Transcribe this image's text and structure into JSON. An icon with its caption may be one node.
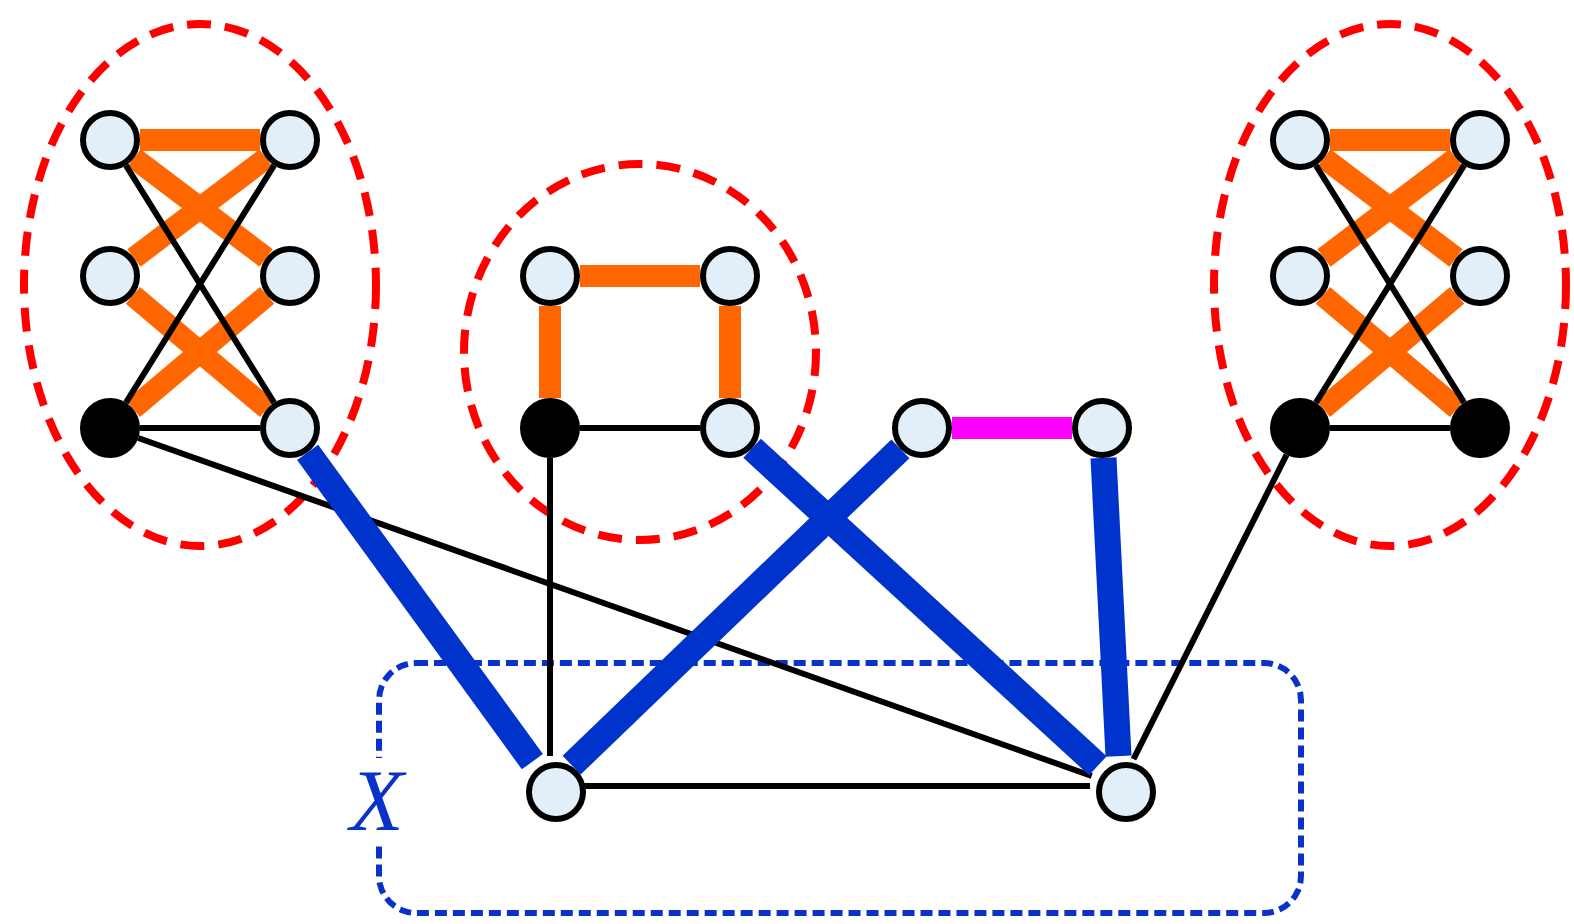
{
  "diagram": {
    "nodes": [
      {
        "text": [],
        "shape": "ellipse"
      },
      {
        "text": [],
        "shape": "circle",
        "in": 0
      },
      {
        "text": [],
        "shape": "circle",
        "in": 0
      },
      {
        "text": [],
        "shape": "circle",
        "in": 0
      },
      {
        "text": [],
        "shape": "circle",
        "in": 0
      },
      {
        "text": [],
        "shape": "dot",
        "in": 0
      },
      {
        "text": [],
        "shape": "circle",
        "in": 0
      },
      {
        "text": [],
        "shape": "ellipse"
      },
      {
        "text": [],
        "shape": "circle",
        "in": 7
      },
      {
        "text": [],
        "shape": "circle",
        "in": 7
      },
      {
        "text": [],
        "shape": "dot",
        "in": 7
      },
      {
        "text": [],
        "shape": "circle",
        "in": 7
      },
      {
        "text": [],
        "shape": "circle"
      },
      {
        "text": [],
        "shape": "circle"
      },
      {
        "text": [],
        "shape": "ellipse"
      },
      {
        "text": [],
        "shape": "circle",
        "in": 14
      },
      {
        "text": [],
        "shape": "circle",
        "in": 14
      },
      {
        "text": [],
        "shape": "circle",
        "in": 14
      },
      {
        "text": [],
        "shape": "circle",
        "in": 14
      },
      {
        "text": [],
        "shape": "dot",
        "in": 14
      },
      {
        "text": [],
        "shape": "dot",
        "in": 14
      },
      {
        "text": [
          "X"
        ]
      },
      {
        "text": [],
        "shape": "circle",
        "in": 21
      },
      {
        "text": [],
        "shape": "circle",
        "in": 21
      }
    ],
    "edges": [
      {
        "from": 1,
        "to": 2,
        "arrow": "none"
      },
      {
        "from": 1,
        "to": 4,
        "arrow": "none"
      },
      {
        "from": 2,
        "to": 3,
        "arrow": "none"
      },
      {
        "from": 3,
        "to": 6,
        "arrow": "none"
      },
      {
        "from": 4,
        "to": 5,
        "arrow": "none"
      },
      {
        "from": 1,
        "to": 6,
        "arrow": "none",
        "color": "#000000"
      },
      {
        "from": 2,
        "to": 5,
        "arrow": "none",
        "color": "#000000"
      },
      {
        "from": 5,
        "to": 6,
        "arrow": "none",
        "color": "#000000"
      },
      {
        "from": 5,
        "to": 23,
        "arrow": "none",
        "color": "#000000"
      },
      {
        "from": 6,
        "to": 22,
        "arrow": "none",
        "color": "#0033cc"
      },
      {
        "from": 8,
        "to": 9,
        "arrow": "none"
      },
      {
        "from": 8,
        "to": 10,
        "arrow": "none"
      },
      {
        "from": 9,
        "to": 11,
        "arrow": "none"
      },
      {
        "from": 10,
        "to": 11,
        "arrow": "none",
        "color": "#000000"
      },
      {
        "from": 10,
        "to": 22,
        "arrow": "none",
        "color": "#000000"
      },
      {
        "from": 11,
        "to": 23,
        "arrow": "none",
        "color": "#0033cc"
      },
      {
        "from": 12,
        "to": 13,
        "arrow": "none",
        "color": "#ff00ff"
      },
      {
        "from": 12,
        "to": 22,
        "arrow": "none",
        "color": "#0033cc"
      },
      {
        "from": 13,
        "to": 23,
        "arrow": "none",
        "color": "#0033cc"
      },
      {
        "from": 15,
        "to": 16,
        "arrow": "none"
      },
      {
        "from": 15,
        "to": 18,
        "arrow": "none"
      },
      {
        "from": 16,
        "to": 17,
        "arrow": "none"
      },
      {
        "from": 17,
        "to": 20,
        "arrow": "none"
      },
      {
        "from": 18,
        "to": 19,
        "arrow": "none"
      },
      {
        "from": 15,
        "to": 20,
        "arrow": "none",
        "color": "#000000"
      },
      {
        "from": 16,
        "to": 19,
        "arrow": "none",
        "color": "#000000"
      },
      {
        "from": 19,
        "to": 20,
        "arrow": "none",
        "color": "#000000"
      },
      {
        "from": 19,
        "to": 23,
        "arrow": "none",
        "color": "#000000"
      },
      {
        "from": 22,
        "to": 23,
        "arrow": "none",
        "color": "#000000"
      }
    ]
  }
}
